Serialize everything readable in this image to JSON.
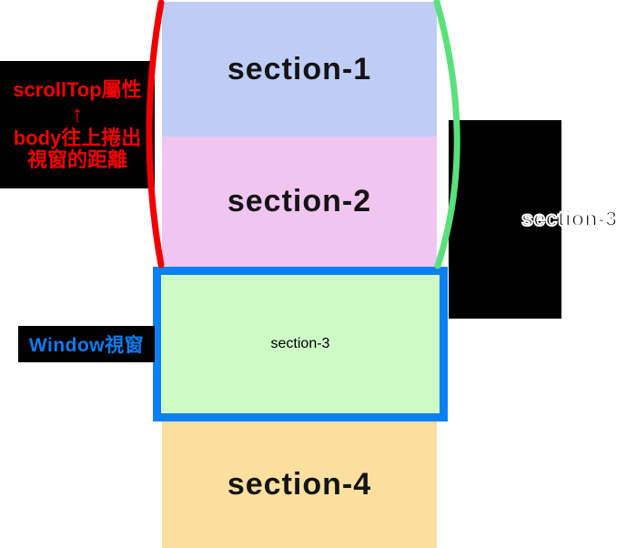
{
  "sections": [
    {
      "label": "section-1",
      "color": "#bfcdf6"
    },
    {
      "label": "section-2",
      "color": "#f0c6f1"
    },
    {
      "label": "section-3",
      "color": "#cefbc5"
    },
    {
      "label": "section-4",
      "color": "#fbdf9e"
    }
  ],
  "scrolltop_note": {
    "title": "scrollTop屬性",
    "arrow": "↑",
    "desc_line1": "body往上捲出",
    "desc_line2": "視窗的距離",
    "text_color": "#f50000"
  },
  "window_label": {
    "text": "Window視窗",
    "text_color": "#0a7cf2"
  },
  "right_label": {
    "text": "section-3"
  },
  "viewport_box": {
    "border_color": "#0c80f2"
  },
  "arcs": {
    "red": "#f20000",
    "green": "#5be07d"
  }
}
